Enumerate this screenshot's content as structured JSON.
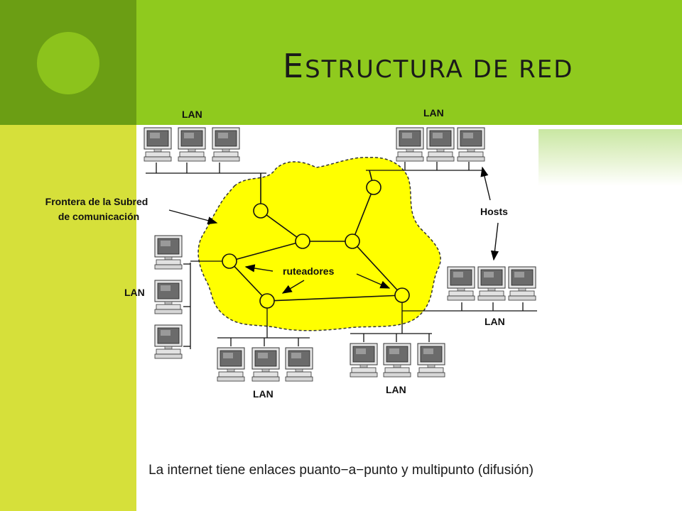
{
  "title": {
    "first_letter": "E",
    "rest": "STRUCTURA DE RED"
  },
  "labels": {
    "lan_top_left": "LAN",
    "lan_top_right": "LAN",
    "lan_left": "LAN",
    "lan_right": "LAN",
    "lan_bottom_left": "LAN",
    "lan_bottom_mid": "LAN",
    "frontera_line1": "Frontera de la Subred",
    "frontera_line2": "de comunicación",
    "hosts": "Hosts",
    "ruteadores": "ruteadores"
  },
  "caption": "La internet tiene enlaces puanto−a−punto y multipunto (difusión)",
  "colors": {
    "subnet_fill": "#ffff00",
    "header_green": "#8fca1e",
    "left_band": "#d6e03a",
    "corner_dark": "#6b9e14"
  }
}
